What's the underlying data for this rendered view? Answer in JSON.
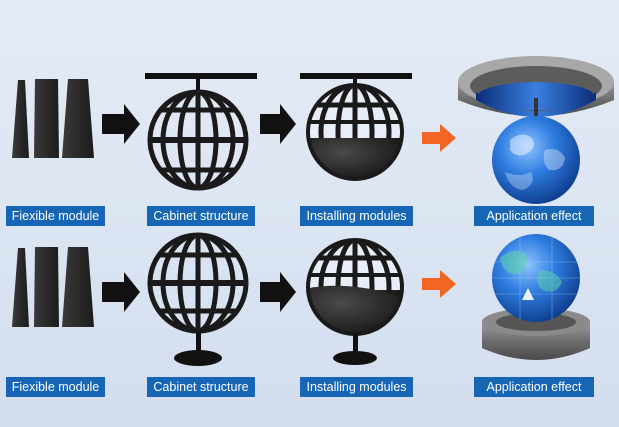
{
  "rows": [
    {
      "variant": "ceiling-mount",
      "steps": [
        {
          "label": "Fiexible module",
          "icon": "flexible-module-panels-icon"
        },
        {
          "label": "Cabinet structure",
          "icon": "hanging-sphere-frame-icon"
        },
        {
          "label": "Installing modules",
          "icon": "hanging-sphere-modules-icon"
        },
        {
          "label": "Application effect",
          "icon": "ceiling-projected-globe-icon"
        }
      ]
    },
    {
      "variant": "floor-stand",
      "steps": [
        {
          "label": "Fiexible module",
          "icon": "flexible-module-panels-icon"
        },
        {
          "label": "Cabinet structure",
          "icon": "standing-sphere-frame-icon"
        },
        {
          "label": "Installing modules",
          "icon": "standing-sphere-modules-icon"
        },
        {
          "label": "Application effect",
          "icon": "pedestal-globe-icon"
        }
      ]
    }
  ],
  "colors": {
    "label_bg": "#1766b5",
    "label_text": "#ffffff",
    "arrow_black": "#111111",
    "arrow_orange": "#f26522",
    "panel": "#2a2a2a",
    "globe_blue": "#1e63c6"
  }
}
